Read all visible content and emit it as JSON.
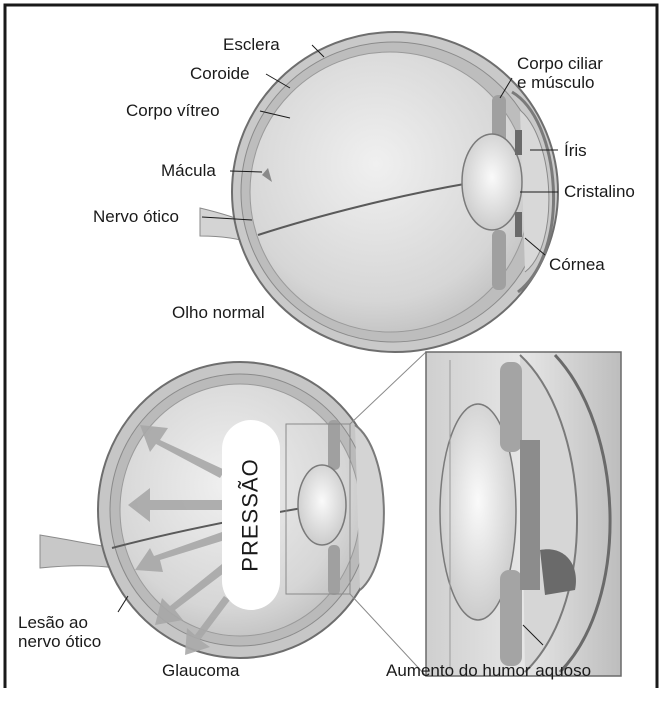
{
  "labels": {
    "esclera": "Esclera",
    "coroide": "Coroide",
    "corpo_vitreo": "Corpo vítreo",
    "macula": "Mácula",
    "nervo_otico": "Nervo ótico",
    "olho_normal": "Olho normal",
    "corpo_ciliar_1": "Corpo ciliar",
    "corpo_ciliar_2": "e músculo",
    "iris": "Íris",
    "cristalino": "Cristalino",
    "cornea": "Córnea",
    "pressao": "PRESSÃO",
    "lesao_1": "Lesão ao",
    "lesao_2": "nervo ótico",
    "glaucoma": "Glaucoma",
    "aumento": "Aumento do humor aquoso"
  },
  "colors": {
    "frame": "#1a1a1a",
    "sclera": "#cfcfcf",
    "vitreous": "#dcdcdc",
    "lens": "#eeeeee",
    "arrow": "#a8a8a8"
  },
  "icons": [
    "eye-normal-illustration",
    "eye-glaucoma-illustration",
    "zoom-detail-illustration",
    "pressure-arrow"
  ]
}
